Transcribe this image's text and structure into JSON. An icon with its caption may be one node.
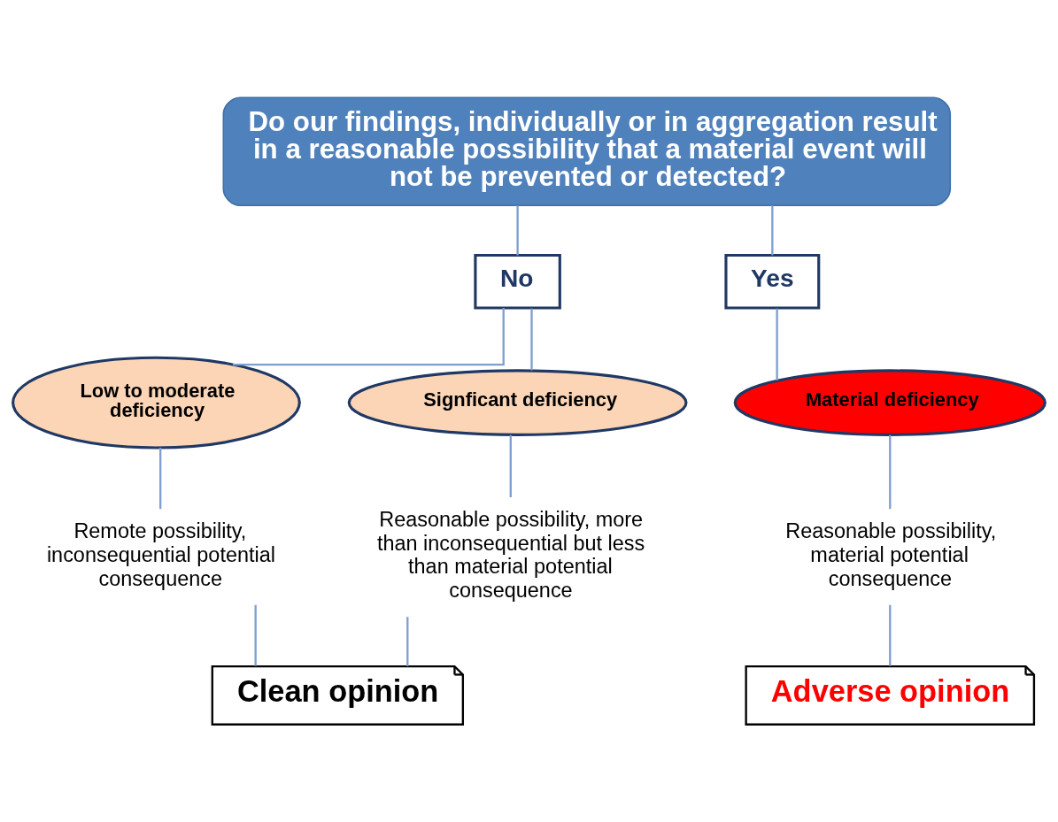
{
  "diagram": {
    "nodes": [
      {
        "text": [
          "Do our findings, individually or in aggregation result in a reasonable possibility that a material event will not be prevented or detected?"
        ]
      },
      {
        "text": [
          "No"
        ]
      },
      {
        "text": [
          "Yes"
        ]
      },
      {
        "text": [
          "Low to moderate deficiency"
        ]
      },
      {
        "text": [
          "Signficant deficiency"
        ]
      },
      {
        "text": [
          "Material deficiency"
        ]
      },
      {
        "text": [
          "Remote possibility, inconsequential potential consequence"
        ]
      },
      {
        "text": [
          "Reasonable possibility, more than inconsequential but less than material potential consequence"
        ]
      },
      {
        "text": [
          "Reasonable possibility, material potential consequence"
        ]
      },
      {
        "text": [
          "Clean opinion"
        ]
      },
      {
        "text": [
          "Adverse opinion"
        ]
      }
    ],
    "edges": [
      {
        "from": 0,
        "to": 1,
        "arrow": "none"
      },
      {
        "from": 0,
        "to": 2,
        "arrow": "none"
      },
      {
        "from": 1,
        "to": 3,
        "arrow": "none"
      },
      {
        "from": 1,
        "to": 4,
        "arrow": "none"
      },
      {
        "from": 2,
        "to": 5,
        "arrow": "none"
      },
      {
        "from": 3,
        "to": 6,
        "arrow": "none"
      },
      {
        "from": 4,
        "to": 7,
        "arrow": "none"
      },
      {
        "from": 5,
        "to": 8,
        "arrow": "none"
      },
      {
        "from": 6,
        "to": 9,
        "arrow": "none"
      },
      {
        "from": 7,
        "to": 9,
        "arrow": "none"
      },
      {
        "from": 8,
        "to": 10,
        "arrow": "none"
      }
    ]
  }
}
